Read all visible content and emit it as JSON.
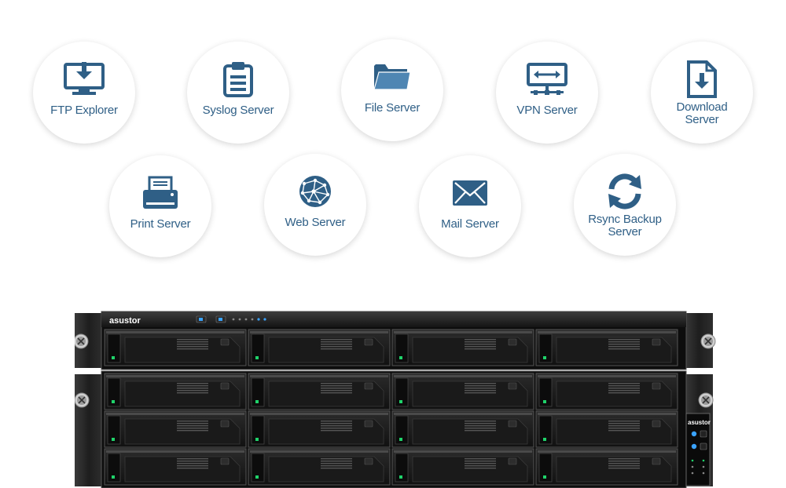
{
  "services": [
    {
      "label": "FTP Explorer",
      "icon": "monitor-download-icon"
    },
    {
      "label": "Syslog Server",
      "icon": "clipboard-icon"
    },
    {
      "label": "File Server",
      "icon": "folder-icon"
    },
    {
      "label": "VPN Server",
      "icon": "vpn-monitor-icon"
    },
    {
      "label": "Download Server",
      "icon": "file-download-icon"
    },
    {
      "label": "Print Server",
      "icon": "printer-icon"
    },
    {
      "label": "Web Server",
      "icon": "globe-icon"
    },
    {
      "label": "Mail Server",
      "icon": "envelope-icon"
    },
    {
      "label": "Rsync Backup Server",
      "icon": "sync-icon"
    }
  ],
  "device": {
    "brand": "asustor",
    "front_brand": "asustor"
  },
  "colors": {
    "icon": "#2f5f86",
    "label": "#2f5f86",
    "chassis": "#1b1b1b",
    "led": "#1fd36a"
  }
}
